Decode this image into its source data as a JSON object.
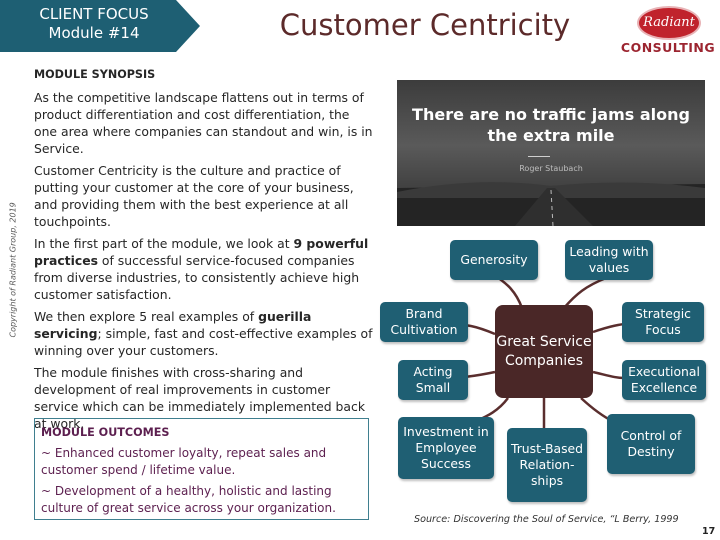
{
  "banner": {
    "line1": "CLIENT FOCUS",
    "line2": "Module #14",
    "color": "#1e5f73"
  },
  "title": "Customer Centricity",
  "logo": {
    "script": "Radiant",
    "word": "CONSULTING"
  },
  "copyright": "Copyright of Radiant Group, 2019",
  "synopsis": {
    "heading": "MODULE SYNOPSIS",
    "p1": "As the competitive landscape flattens out in terms of product differentiation and cost differentiation, the one area where companies can standout and win, is in Service.",
    "p2": "Customer Centricity is the culture and practice of putting your customer at the core of your business, and providing them with the best experience at all touchpoints.",
    "p3_a": "In the first part of the module, we look at ",
    "p3_b": "9 powerful practices",
    "p3_c": " of successful service-focused companies from diverse industries, to consistently achieve high customer satisfaction.",
    "p4_a": "We then explore 5 real examples of ",
    "p4_b": "guerilla servicing",
    "p4_c": "; simple, fast and cost-effective examples of winning over your customers.",
    "p5": "The module finishes with cross-sharing and development of real improvements in customer service which can be immediately implemented back at work."
  },
  "outcomes": {
    "heading": "MODULE OUTCOMES",
    "item1": "~ Enhanced customer loyalty, repeat sales and customer spend / lifetime value.",
    "item2": "~ Development of a healthy, holistic and lasting culture of great service across your organization."
  },
  "photo": {
    "quote": "There are no traffic jams along the extra mile",
    "author": "Roger Staubach"
  },
  "diagram": {
    "hub": "Great Service Companies",
    "nodes": {
      "generosity": "Generosity",
      "leading": "Leading with values",
      "brand": "Brand Cultivation",
      "strategic": "Strategic Focus",
      "acting": "Acting Small",
      "executional": "Executional Excellence",
      "investment": "Investment in Employee Success",
      "trust": "Trust-Based Relation-ships",
      "control": "Control of Destiny"
    }
  },
  "source": "Source: Discovering the Soul of Service, “L Berry, 1999",
  "page_number": "17"
}
